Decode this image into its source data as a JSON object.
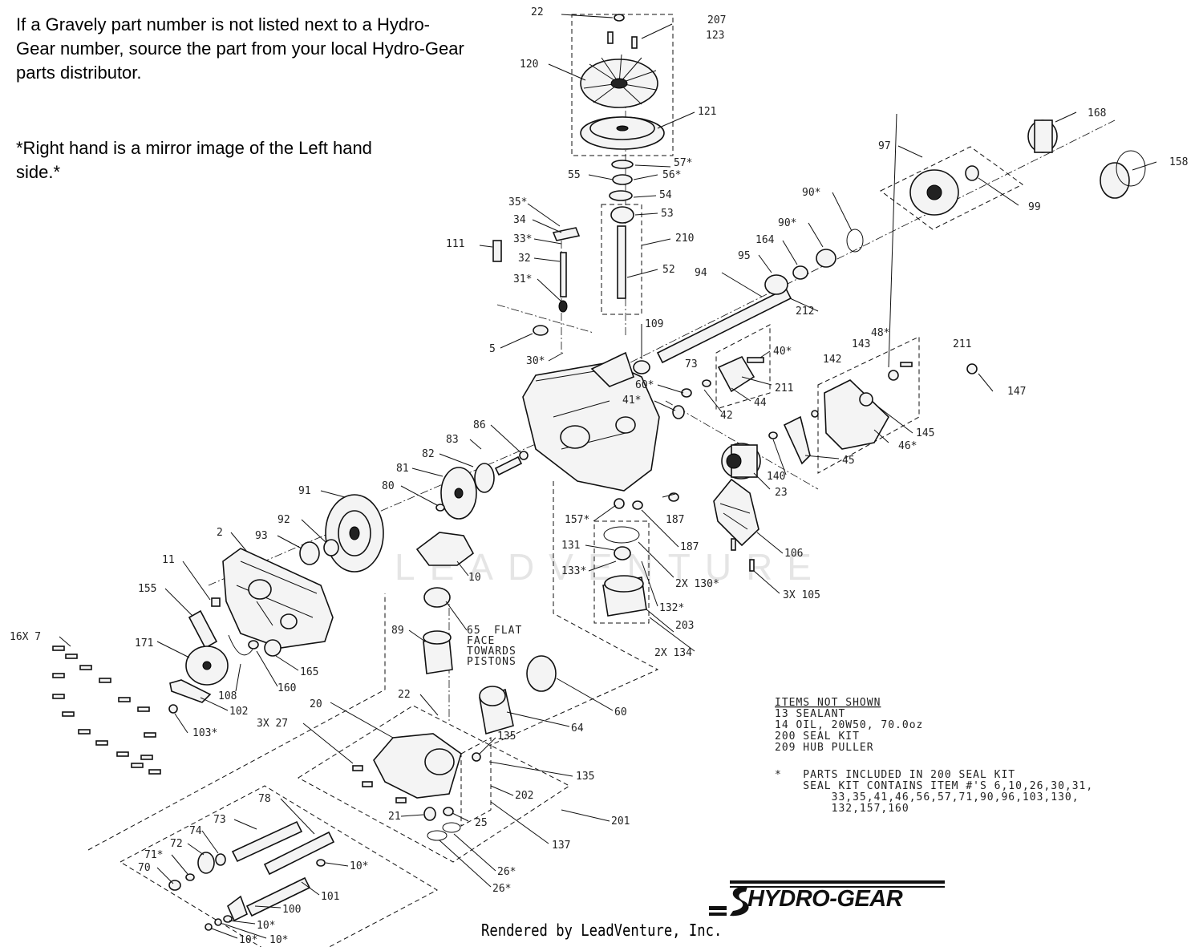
{
  "notes": {
    "gravely": "If a Gravely part number is not listed next to a Hydro-Gear number, source the part from your local Hydro-Gear parts distributor.",
    "mirror": "*Right hand is a mirror image of the Left hand side.*"
  },
  "callouts": {
    "c22": "22",
    "c207": "207",
    "c123": "123",
    "c120": "120",
    "c121": "121",
    "c57": "57*",
    "c55": "55",
    "c56": "56*",
    "c54": "54",
    "c53": "53",
    "c210": "210",
    "c52": "52",
    "c35": "35*",
    "c34": "34",
    "c33": "33*",
    "c32": "32",
    "c31": "31*",
    "c111": "111",
    "c5": "5",
    "c30": "30*",
    "c168": "168",
    "c97": "97",
    "c158": "158",
    "c99": "99",
    "c90a": "90*",
    "c90b": "90*",
    "c164": "164",
    "c95": "95",
    "c94": "94",
    "c212": "212",
    "c109": "109",
    "c73a": "73",
    "c40": "40*",
    "c211a": "211",
    "c44": "44",
    "c60x": "60*",
    "c41": "41*",
    "c42": "42",
    "c48": "48*",
    "c142": "142",
    "c143": "143",
    "c211b": "211",
    "c147": "147",
    "c145": "145",
    "c46": "46*",
    "c45": "45",
    "c140": "140",
    "c23": "23",
    "c86": "86",
    "c83": "83",
    "c82": "82",
    "c81": "81",
    "c80": "80",
    "c91": "91",
    "c92": "92",
    "c93": "93",
    "c2": "2",
    "c187a": "187",
    "c187b": "187",
    "c157": "157*",
    "c131": "131",
    "c133": "133*",
    "c130": "2X 130*",
    "c132": "132*",
    "c203": "203",
    "c106": "106",
    "c105": "3X 105",
    "c10": "10",
    "c11": "11",
    "c155": "155",
    "c7": "16X 7",
    "c171": "171",
    "c108": "108",
    "c102": "102",
    "c103": "103*",
    "c160": "160",
    "c165": "165",
    "c89": "89",
    "c65": "65",
    "c65note": "FLAT\nFACE\nTOWARDS\nPISTONS",
    "c134": "2X 134",
    "c60": "60",
    "c64": "64",
    "c22b": "22",
    "c20": "20",
    "c27": "3X 27",
    "c135a": "135",
    "c135b": "135",
    "c202": "202",
    "c201": "201",
    "c21": "21",
    "c25": "25",
    "c137": "137",
    "c26a": "26*",
    "c26b": "26*",
    "c78": "78",
    "c73": "73",
    "c74": "74",
    "c72": "72",
    "c71": "71*",
    "c70": "70",
    "c10a": "10*",
    "c101": "101",
    "c100": "100",
    "c10b": "10*",
    "c10c": "10*",
    "c10d": "10*"
  },
  "items_not_shown": {
    "heading": "ITEMS NOT SHOWN",
    "rows": [
      "13  SEALANT",
      "14  OIL, 20W50, 70.0oz",
      "200 SEAL KIT",
      "209 HUB PULLER"
    ],
    "footnote": [
      "*   PARTS INCLUDED IN 200 SEAL KIT",
      "    SEAL KIT CONTAINS ITEM #'S 6,10,26,30,31,",
      "        33,35,41,46,56,57,71,90,96,103,130,",
      "        132,157,160"
    ]
  },
  "watermark": "LEADVENTURE",
  "logo": "HYDRO-GEAR",
  "footer": "Rendered by LeadVenture, Inc."
}
